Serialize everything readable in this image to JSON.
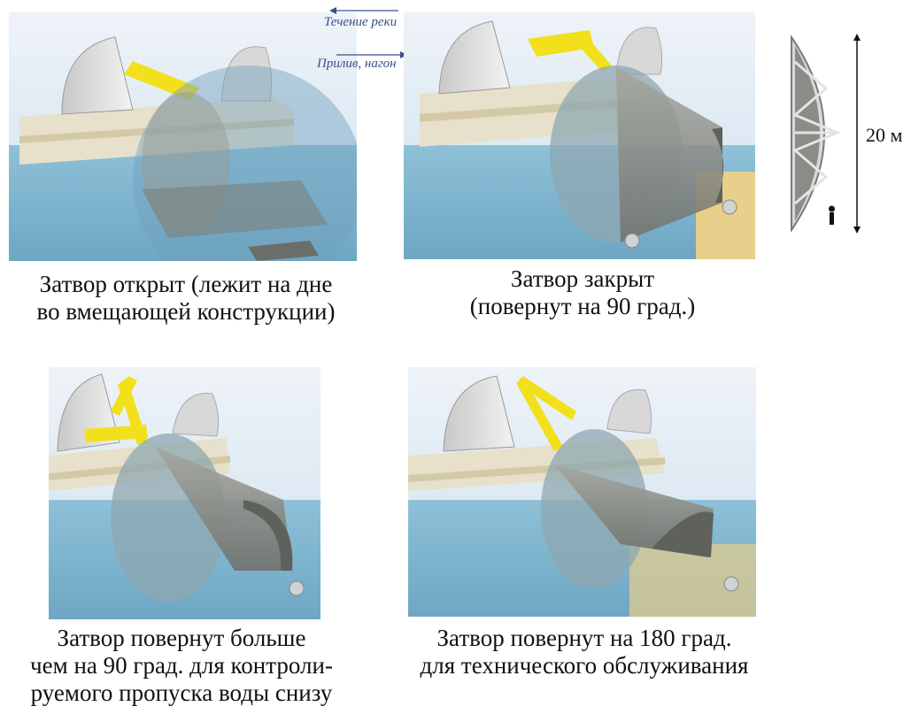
{
  "flow_legend": {
    "river_flow": "Течение реки",
    "tide_surge": "Прилив, нагон"
  },
  "scale": {
    "height_label": "20 м"
  },
  "panels": [
    {
      "caption": [
        "Затвор открыт  (лежит на дне",
        "во вмещающей конструкции)"
      ]
    },
    {
      "caption": [
        "Затвор закрыт",
        "(повернут на 90 град.)"
      ]
    },
    {
      "caption": [
        "Затвор повернут больше",
        "чем на 90 град. для контроли-",
        "руемого пропуска воды снизу"
      ]
    },
    {
      "caption": [
        "Затвор повернут на 180 град.",
        "для технического обслуживания"
      ]
    }
  ],
  "colors": {
    "sky": "#dde9f3",
    "water": "#7fb3cd",
    "gate": "#8c8d86",
    "arm": "#f2e01c",
    "housing": "#e9e4d0",
    "sand": "#e8cf8c",
    "legend_text": "#3a4f8f"
  }
}
